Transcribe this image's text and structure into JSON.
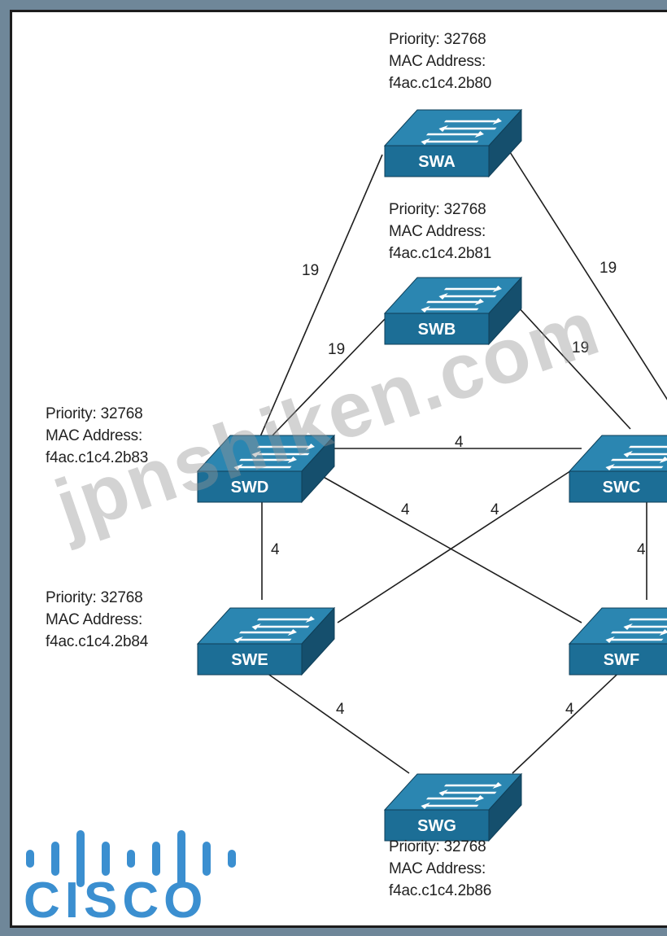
{
  "switches": [
    {
      "id": "SWA",
      "label": "SWA",
      "priority": "Priority: 32768",
      "mac_label": "MAC Address:",
      "mac": "f4ac.c1c4.2b80"
    },
    {
      "id": "SWB",
      "label": "SWB",
      "priority": "Priority: 32768",
      "mac_label": "MAC Address:",
      "mac": "f4ac.c1c4.2b81"
    },
    {
      "id": "SWC",
      "label": "SWC"
    },
    {
      "id": "SWD",
      "label": "SWD",
      "priority": "Priority: 32768",
      "mac_label": "MAC Address:",
      "mac": "f4ac.c1c4.2b83"
    },
    {
      "id": "SWE",
      "label": "SWE",
      "priority": "Priority: 32768",
      "mac_label": "MAC Address:",
      "mac": "f4ac.c1c4.2b84"
    },
    {
      "id": "SWF",
      "label": "SWF"
    },
    {
      "id": "SWG",
      "label": "SWG",
      "priority": "Priority: 32768",
      "mac_label": "MAC Address:",
      "mac": "f4ac.c1c4.2b86"
    }
  ],
  "links": [
    {
      "from": "SWA",
      "to": "SWD",
      "cost": "19"
    },
    {
      "from": "SWA",
      "to": "SWC",
      "cost": "19"
    },
    {
      "from": "SWB",
      "to": "SWD",
      "cost": "19"
    },
    {
      "from": "SWB",
      "to": "SWC",
      "cost": "19"
    },
    {
      "from": "SWD",
      "to": "SWC",
      "cost": "4"
    },
    {
      "from": "SWD",
      "to": "SWF",
      "cost": "4"
    },
    {
      "from": "SWC",
      "to": "SWE",
      "cost": "4"
    },
    {
      "from": "SWD",
      "to": "SWE",
      "cost": "4"
    },
    {
      "from": "SWC",
      "to": "SWF",
      "cost": "4"
    },
    {
      "from": "SWE",
      "to": "SWG",
      "cost": "4"
    },
    {
      "from": "SWF",
      "to": "SWG",
      "cost": "4"
    }
  ],
  "watermark": "jpnshiken.com",
  "logo": {
    "text": "CISCO",
    "color": "#3b8fd0"
  },
  "colors": {
    "switch_front": "#1c6e96",
    "switch_top": "#2b86b1",
    "switch_side": "#154f6d",
    "line": "#1e1e1e"
  }
}
